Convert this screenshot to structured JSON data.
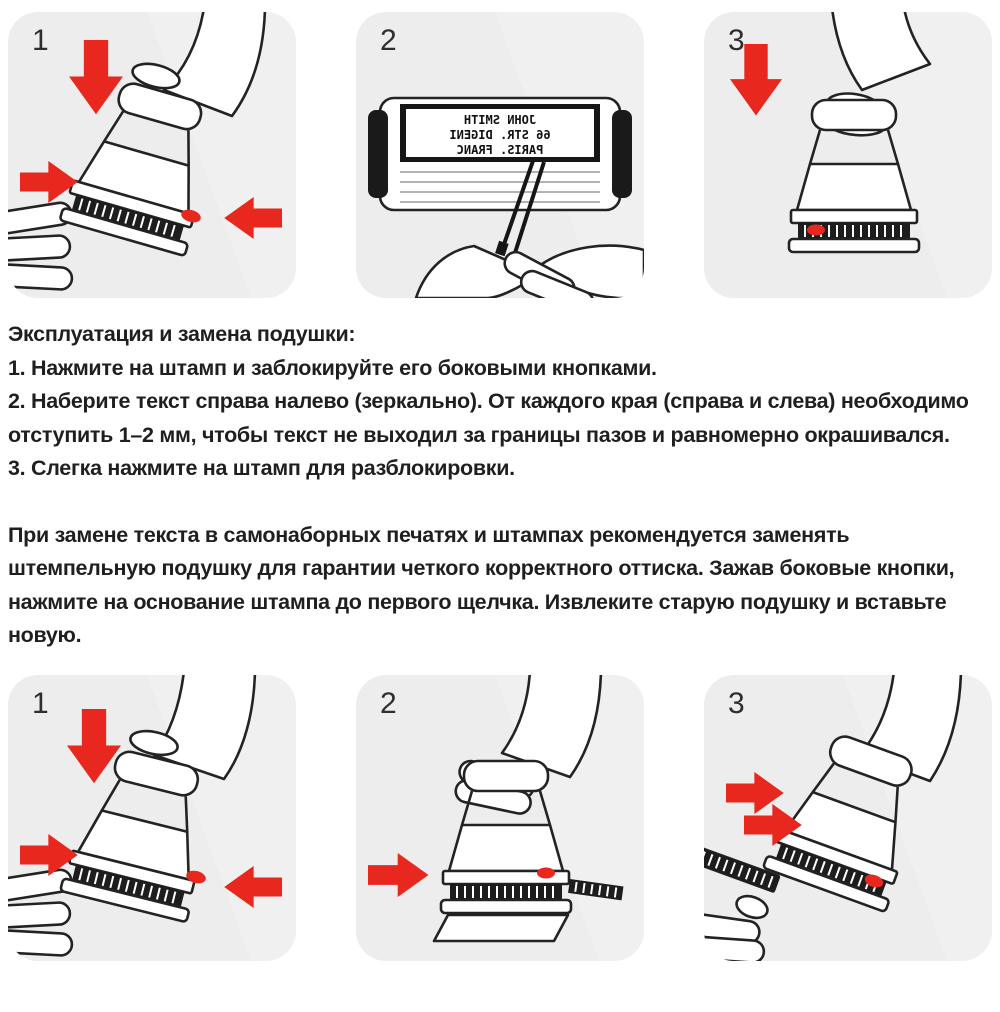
{
  "colors": {
    "page_bg": "#ffffff",
    "panel_bg": "#ededed",
    "arrow_red": "#e8271e",
    "line": "#232323",
    "text": "#1f1f1f",
    "pad_dark": "#1d1d1d"
  },
  "panels_top": [
    {
      "number": "1"
    },
    {
      "number": "2",
      "stamp_lines": [
        "JOHN SMITH",
        "66 STR. DIGENI",
        "PARIS. FRANC"
      ]
    },
    {
      "number": "3"
    }
  ],
  "panels_bottom": [
    {
      "number": "1"
    },
    {
      "number": "2"
    },
    {
      "number": "3"
    }
  ],
  "instructions": {
    "heading": "Эксплуатация и замена подушки:",
    "step1": "1. Нажмите на штамп и заблокируйте его боковыми кнопками.",
    "step2": "2. Наберите текст справа налево (зеркально). От каждого края (справа и слева) необходимо отступить 1–2 мм, чтобы текст не выходил за границы пазов и равномерно окрашивался.",
    "step3": "3. Слегка нажмите на штамп для разблокировки.",
    "replacement": "При замене текста в самонаборных печатях и штампах рекомендуется заменять штемпельную подушку для гарантии четкого корректного оттиска. Зажав боковые кнопки, нажмите на основание штампа до первого щелчка. Извлеките старую подушку и вставьте новую."
  }
}
